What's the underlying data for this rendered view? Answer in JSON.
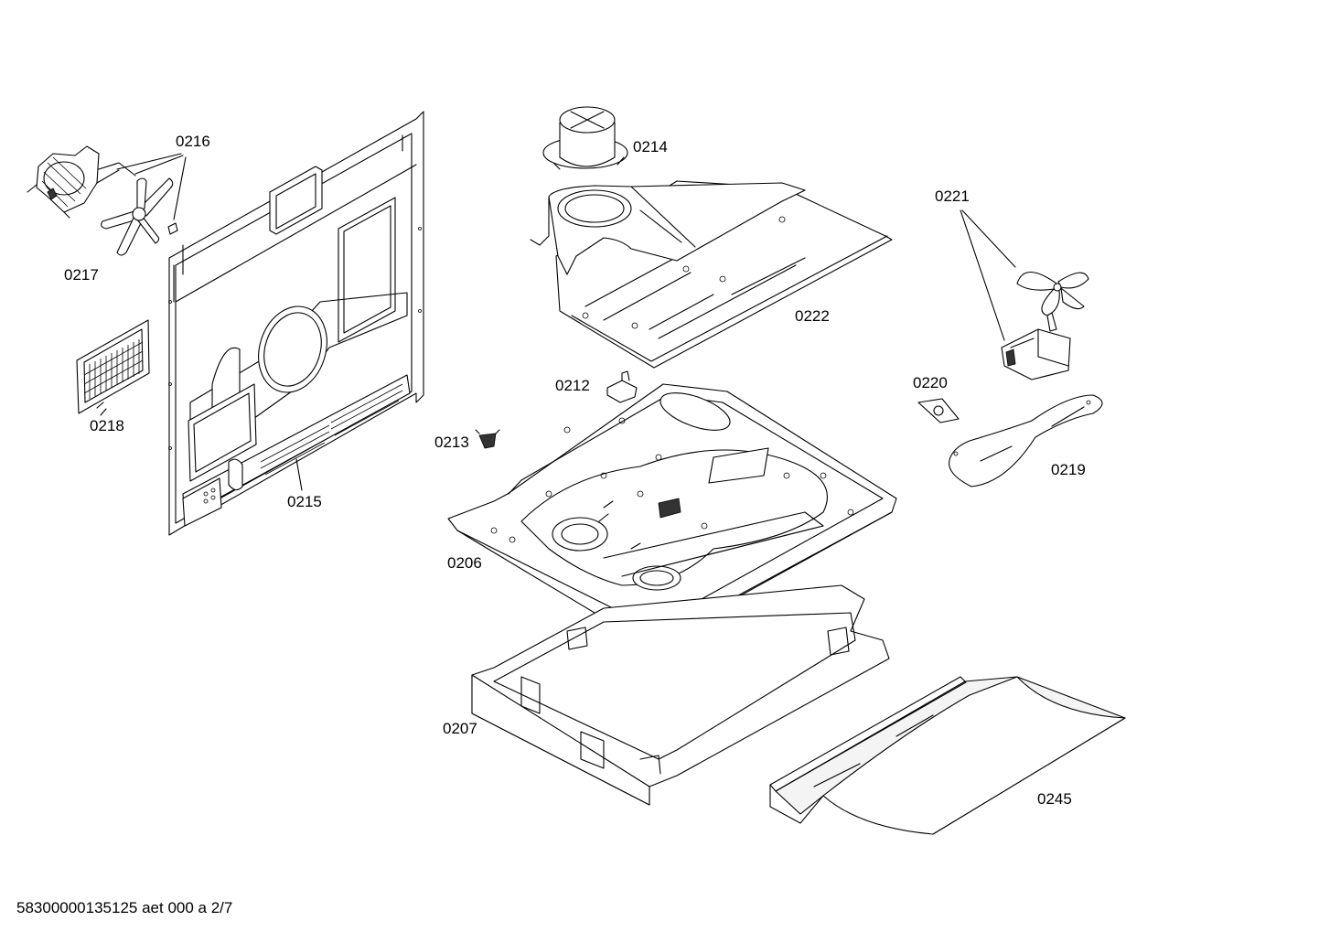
{
  "parts": [
    {
      "id": "p0216",
      "label": "0216"
    },
    {
      "id": "p0217",
      "label": "0217"
    },
    {
      "id": "p0218",
      "label": "0218"
    },
    {
      "id": "p0215",
      "label": "0215"
    },
    {
      "id": "p0214",
      "label": "0214"
    },
    {
      "id": "p0222",
      "label": "0222"
    },
    {
      "id": "p0221",
      "label": "0221"
    },
    {
      "id": "p0212",
      "label": "0212"
    },
    {
      "id": "p0213",
      "label": "0213"
    },
    {
      "id": "p0220",
      "label": "0220"
    },
    {
      "id": "p0219",
      "label": "0219"
    },
    {
      "id": "p0206",
      "label": "0206"
    },
    {
      "id": "p0207",
      "label": "0207"
    },
    {
      "id": "p0245",
      "label": "0245"
    }
  ],
  "footer": {
    "drawing_code": "58300000135125 aet 000 a 2/7"
  }
}
